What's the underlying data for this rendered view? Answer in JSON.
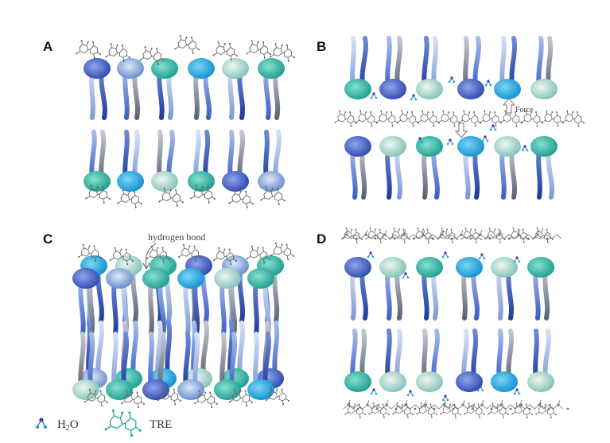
{
  "panels": [
    {
      "id": "A",
      "label": "A"
    },
    {
      "id": "B",
      "label": "B"
    },
    {
      "id": "C",
      "label": "C"
    },
    {
      "id": "D",
      "label": "D"
    }
  ],
  "annotations": {
    "force": "Force",
    "hydrogen_bond": "hydrogen bond"
  },
  "legend": {
    "water_prefix": "H",
    "water_subscript": "2",
    "water_suffix": "O",
    "tre": "TRE"
  },
  "colors": {
    "head_blue_dark": "#3a55b8",
    "head_cyan": "#1aa9d8",
    "head_teal": "#2fb8a8",
    "head_pale_green": "#bfe0c8",
    "tail_light": "#b7c8ec",
    "tail_mid": "#6f8fd6",
    "tail_dark": "#2d4aa8",
    "tail_gray": "#7c8496",
    "water_blue": "#2a7fd8",
    "tre_gray": "#666666",
    "tre_teal": "#2aa8a0"
  }
}
